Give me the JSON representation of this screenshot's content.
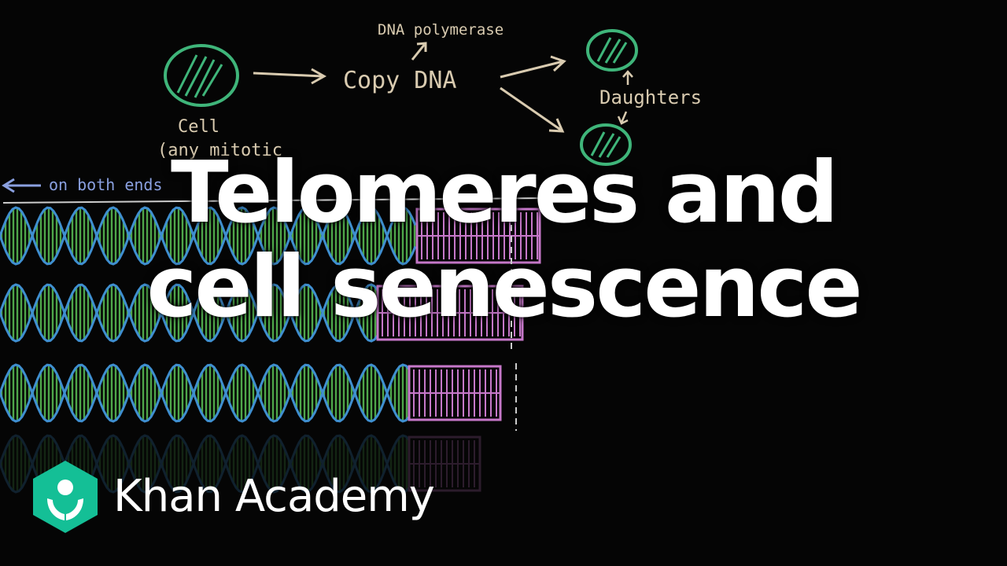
{
  "thumbnail": {
    "title_lines": [
      "Telomeres and",
      "cell senescence"
    ],
    "brand_name": "Khan Academy"
  },
  "chalkboard": {
    "labels": {
      "dna_polymerase": "DNA polymerase",
      "copy_dna": "Copy DNA",
      "daughters": "Daughters",
      "cell": "Cell",
      "any_mitotic": "(any mitotic",
      "on_both_ends": "on both ends"
    },
    "colors": {
      "background": "#050505",
      "cell_green": "#3fb57a",
      "chalk": "#d9cbb0",
      "telomere": "#c678c9",
      "helix_blue": "#3f8fd0",
      "base_green": "#4ea64a",
      "base_red": "#b03a36",
      "brand_teal": "#14bf96"
    }
  }
}
